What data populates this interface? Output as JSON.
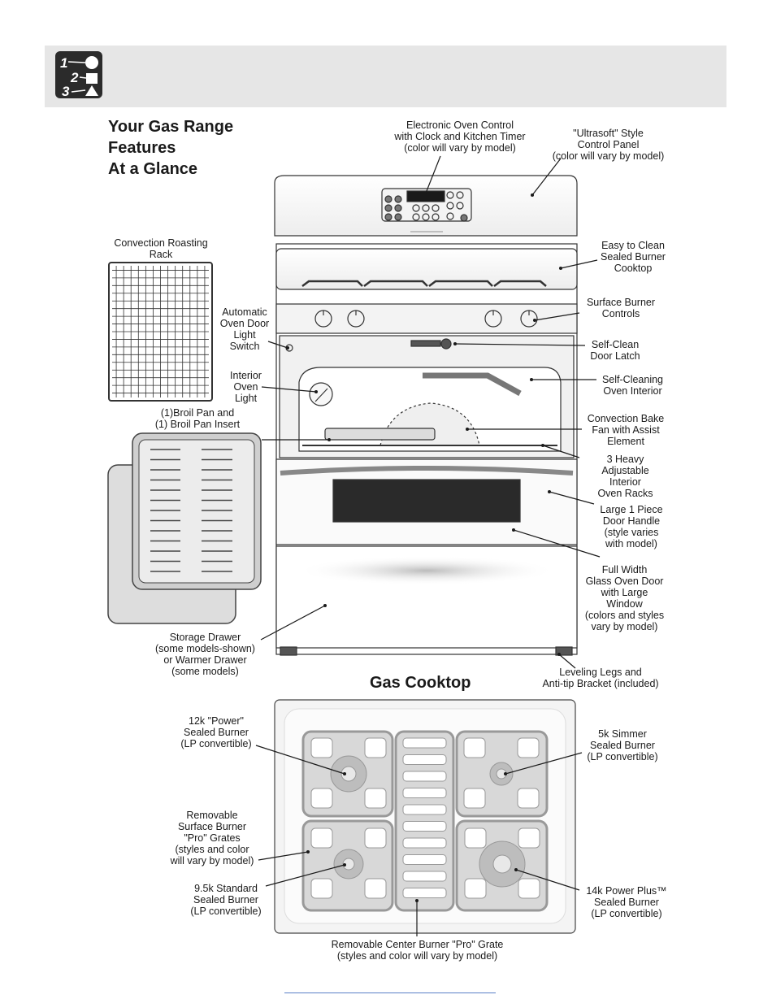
{
  "header": {
    "icon": "steps-123-icon"
  },
  "title_lines": [
    "Your Gas Range",
    "Features",
    "At a Glance"
  ],
  "range_callouts": {
    "electronic_control": "Electronic Oven Control\nwith Clock and Kitchen Timer\n(color will vary by model)",
    "ultrasoft_panel": "\"Ultrasoft\" Style\nControl Panel\n(color will vary by model)",
    "roasting_rack": "Convection Roasting\nRack",
    "easy_clean_cooktop": "Easy to Clean\nSealed Burner\nCooktop",
    "auto_light_switch": "Automatic\nOven Door\nLight\nSwitch",
    "surface_controls": "Surface Burner\nControls",
    "self_clean_latch": "Self-Clean\nDoor Latch",
    "interior_light": "Interior\nOven\nLight",
    "self_cleaning_interior": "Self-Cleaning\nOven Interior",
    "broil_pan": "(1)Broil Pan and\n(1) Broil Pan Insert",
    "convection_fan": "Convection Bake\nFan with Assist\nElement",
    "oven_racks": "3 Heavy\nAdjustable\nInterior\nOven Racks",
    "door_handle": "Large 1 Piece\nDoor Handle\n(style varies\nwith model)",
    "glass_door": "Full Width\nGlass Oven Door\nwith Large\nWindow\n(colors and styles\nvary by model)",
    "storage_drawer": "Storage Drawer\n(some models-shown)\nor Warmer Drawer\n(some models)",
    "leveling_legs": "Leveling Legs and\nAnti-tip Bracket (included)"
  },
  "cooktop_title": "Gas Cooktop",
  "cooktop_callouts": {
    "power_burner": "12k \"Power\"\nSealed Burner\n(LP convertible)",
    "simmer_burner": "5k Simmer\nSealed Burner\n(LP convertible)",
    "pro_grates": "Removable\nSurface Burner\n\"Pro\" Grates\n(styles and color\nwill vary by model)",
    "standard_burner": "9.5k Standard\nSealed Burner\n(LP convertible)",
    "power_plus_burner": "14k Power Plus™\nSealed Burner\n(LP convertible)",
    "center_grate": "Removable Center Burner \"Pro\" Grate\n(styles and color will vary by model)"
  },
  "colors": {
    "line": "#1a1a1a",
    "header_band": "#e6e6e6",
    "grate": "#9a9a9a",
    "grate_fill": "#d9d9d9"
  }
}
